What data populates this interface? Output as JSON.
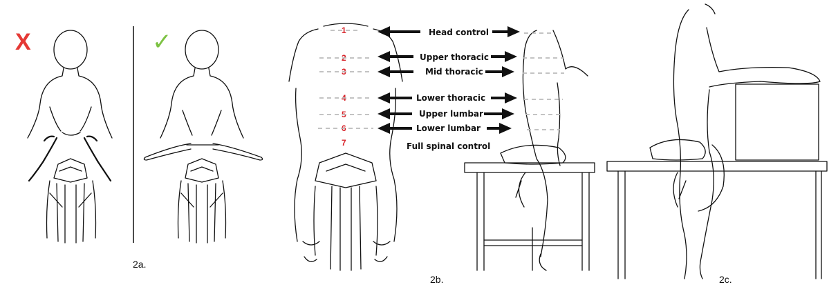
{
  "figure": {
    "panels": [
      {
        "id": "2a",
        "caption": "2a.",
        "marks": {
          "wrong": "X",
          "right": "✓"
        }
      },
      {
        "id": "2b",
        "caption": "2b."
      },
      {
        "id": "2c",
        "caption": "2c."
      }
    ],
    "levels": [
      {
        "num": "1",
        "label": "Head control"
      },
      {
        "num": "2",
        "label": "Upper thoracic"
      },
      {
        "num": "3",
        "label": "Mid thoracic"
      },
      {
        "num": "4",
        "label": "Lower thoracic"
      },
      {
        "num": "5",
        "label": "Upper lumbar"
      },
      {
        "num": "6",
        "label": "Lower lumbar"
      },
      {
        "num": "7",
        "label": "Full spinal control"
      }
    ],
    "colors": {
      "wrong_mark": "#e53935",
      "right_mark": "#7cc242",
      "level_numbers": "#d8232a",
      "guide_lines": "#bbbbbb"
    }
  }
}
